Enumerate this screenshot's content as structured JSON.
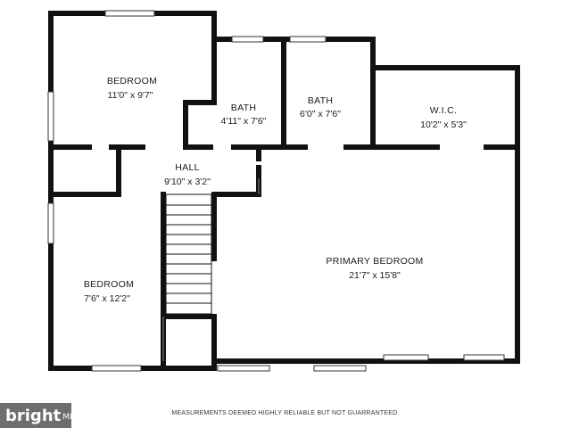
{
  "rooms": [
    {
      "id": "bedroom-1",
      "name": "BEDROOM",
      "dims": "11'0\" x 9'7\""
    },
    {
      "id": "bath-1",
      "name": "BATH",
      "dims": "4'11\" x 7'6\""
    },
    {
      "id": "bath-2",
      "name": "BATH",
      "dims": "6'0\" x 7'6\""
    },
    {
      "id": "wic",
      "name": "W.I.C.",
      "dims": "10'2\" x 5'3\""
    },
    {
      "id": "hall",
      "name": "HALL",
      "dims": "9'10\" x 3'2\""
    },
    {
      "id": "bedroom-2",
      "name": "BEDROOM",
      "dims": "7'6\" x 12'2\""
    },
    {
      "id": "primary-bedroom",
      "name": "PRIMARY BEDROOM",
      "dims": "21'7\" x 15'8\""
    }
  ],
  "disclaimer": "MEASUREMENTS DEEMED HIGHLY RELIABLE BUT NOT GUARRANTEED.",
  "logo": {
    "word": "bright",
    "suffix": "MLS"
  },
  "colors": {
    "wall": "#111111",
    "window": "#ffffff",
    "logo_bg": "#6e6e6e"
  }
}
